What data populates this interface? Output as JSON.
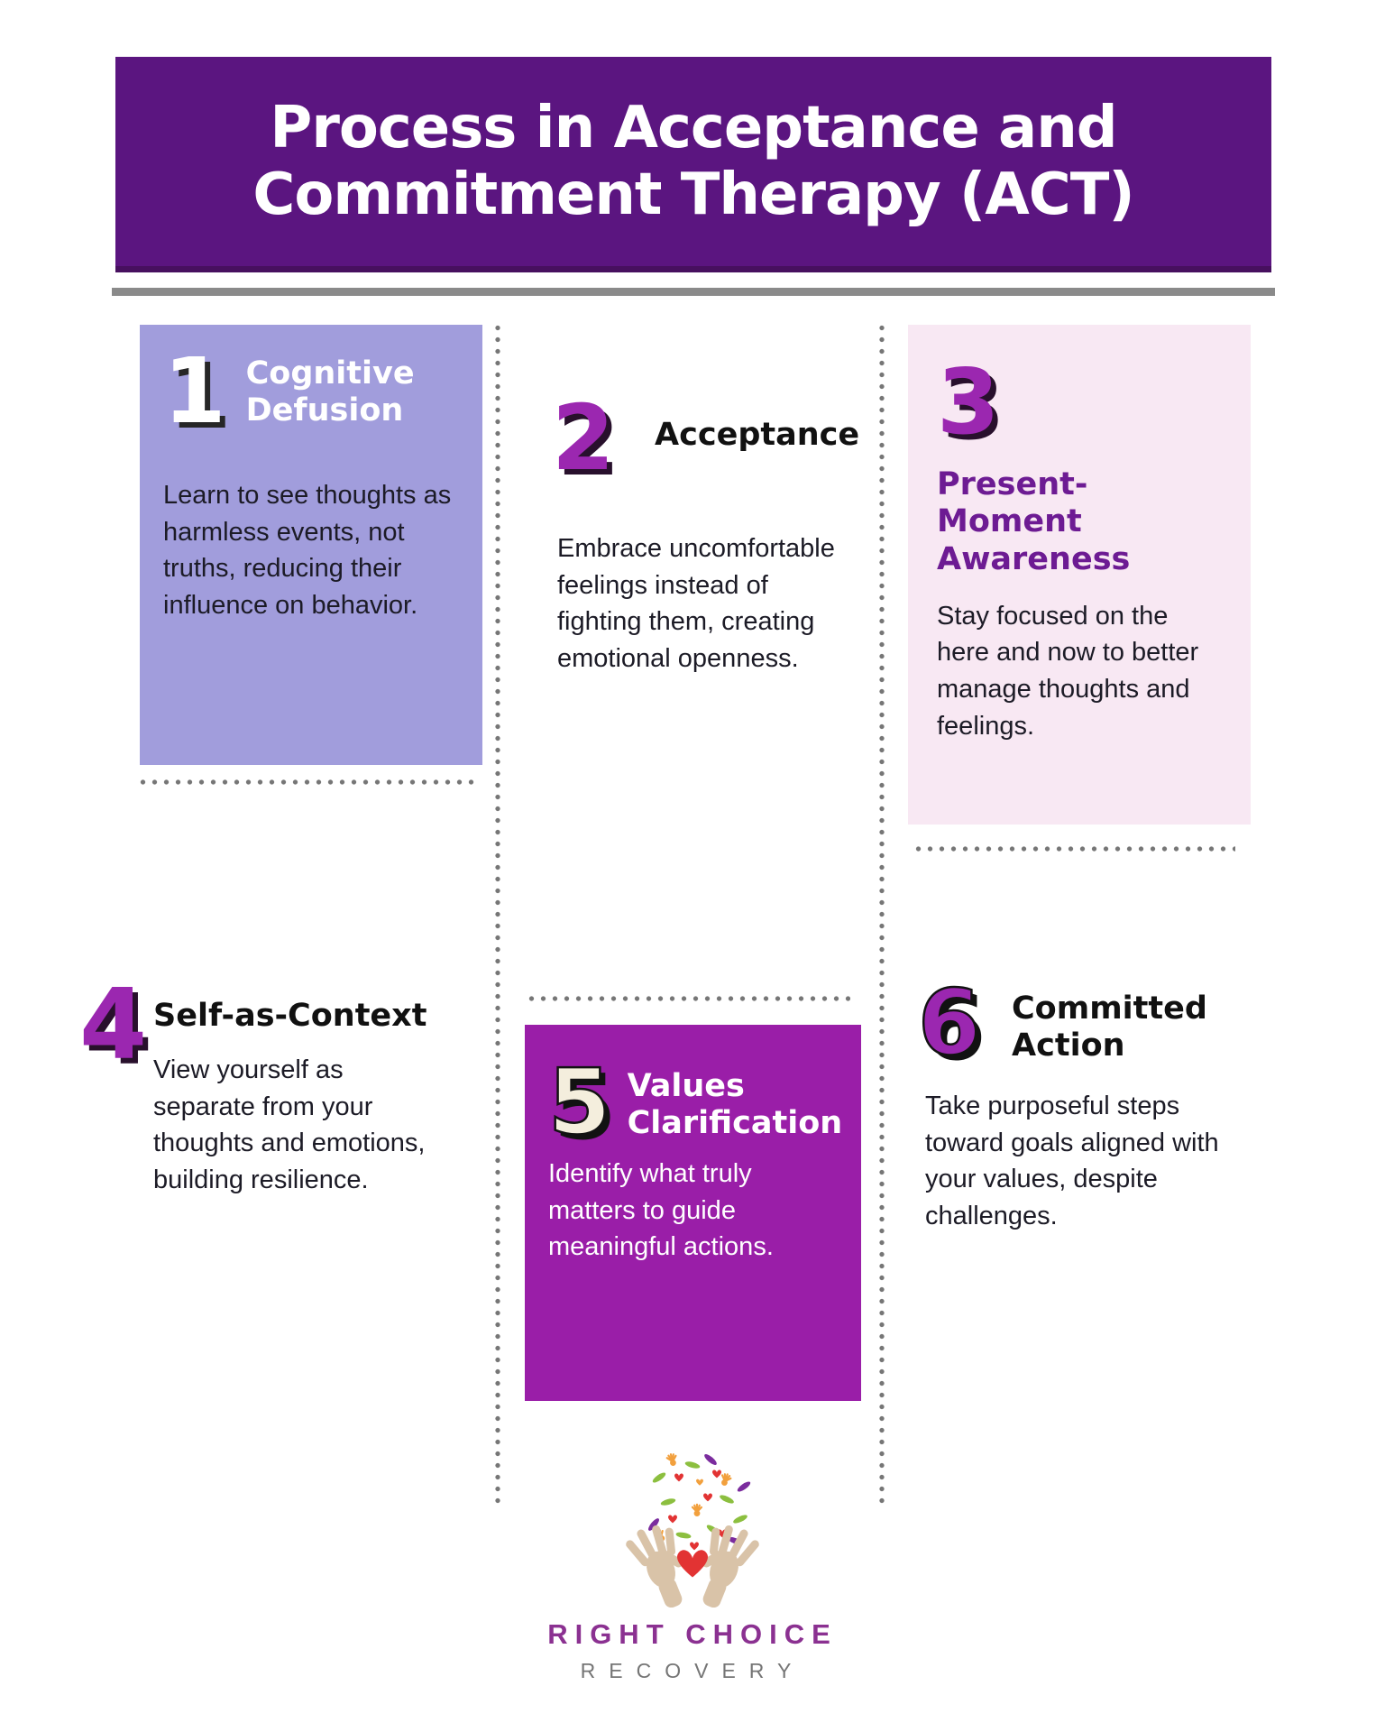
{
  "header": {
    "title": "Process in Acceptance and Commitment Therapy (ACT)"
  },
  "sections": [
    {
      "number": "1",
      "title": "Cognitive Defusion",
      "body": "Learn to see thoughts as harmless events, not truths, reducing their influence on behavior."
    },
    {
      "number": "2",
      "title": "Acceptance",
      "body": "Embrace uncomfortable feelings instead of fighting them, creating emotional openness."
    },
    {
      "number": "3",
      "title": "Present-Moment Awareness",
      "body": "Stay focused on the here and now to better manage thoughts and feelings."
    },
    {
      "number": "4",
      "title": "Self-as-Context",
      "body": "View yourself as separate from your thoughts and emotions, building resilience."
    },
    {
      "number": "5",
      "title": "Values Clarification",
      "body": "Identify what truly matters to guide meaningful actions."
    },
    {
      "number": "6",
      "title": "Committed Action",
      "body": "Take purposeful steps toward goals aligned with your values, despite challenges."
    }
  ],
  "logo": {
    "line1": "RIGHT CHOICE",
    "line2": "RECOVERY",
    "icon": "hands-holding-hearts-and-leaves"
  },
  "colors": {
    "header_bg": "#5b1580",
    "header_edge": "#47105f",
    "divider": "#8a8a8a",
    "card1_bg": "#a19ddc",
    "card3_bg": "#f8e8f3",
    "card5_bg": "#9a1ea8",
    "number_purple": "#9b27b0",
    "number_shadow": "#28102c",
    "title_purple": "#6d1b93",
    "body_color": "#1c1b26",
    "dot_color": "#767676",
    "logo_purple": "#8b3191",
    "logo_gray": "#757575",
    "heart_red": "#e23333",
    "leaf_green": "#8cbf3f",
    "scatter_purple": "#7b2c9e",
    "scatter_orange": "#f2a03d",
    "hand_beige": "#d9c3a8"
  }
}
